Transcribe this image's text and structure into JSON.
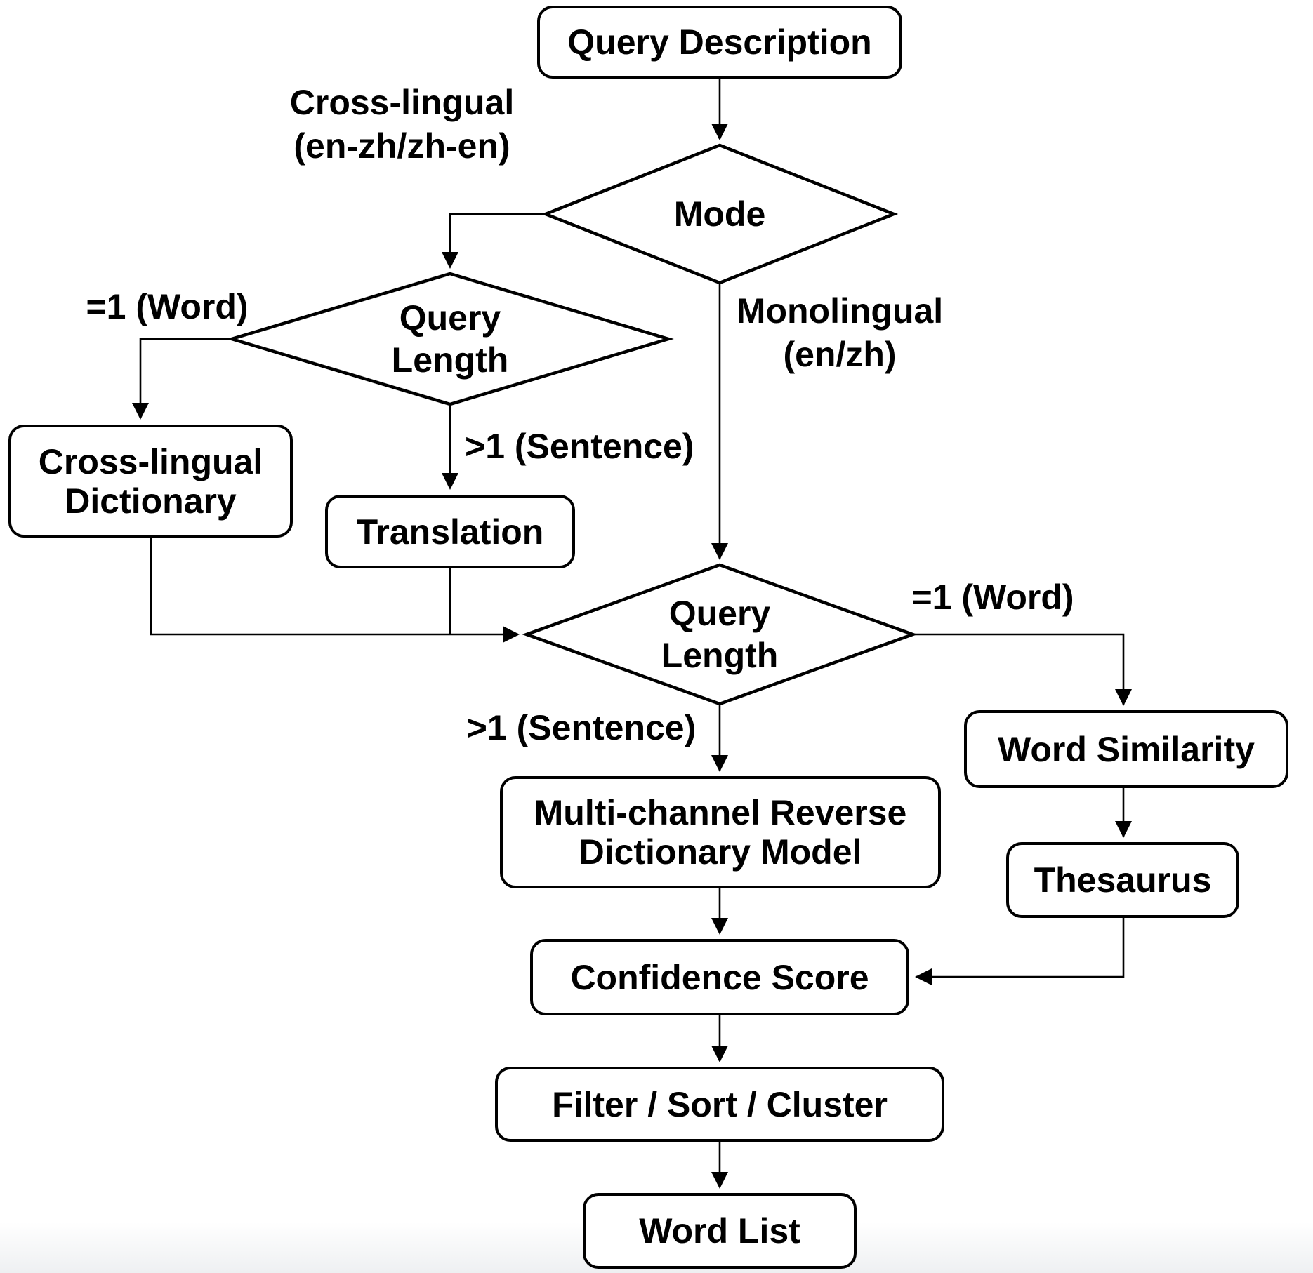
{
  "nodes": {
    "query_description": {
      "label": "Query Description",
      "shape": "rounded-box"
    },
    "mode": {
      "label": "Mode",
      "shape": "diamond"
    },
    "query_length_cross": {
      "label": "Query Length",
      "shape": "diamond"
    },
    "cross_lingual_dictionary": {
      "label": "Cross-lingual Dictionary",
      "shape": "rounded-box"
    },
    "translation": {
      "label": "Translation",
      "shape": "rounded-box"
    },
    "query_length_mono": {
      "label": "Query Length",
      "shape": "diamond"
    },
    "multi_channel_model": {
      "label": "Multi-channel Reverse Dictionary Model",
      "shape": "rounded-box"
    },
    "word_similarity": {
      "label": "Word Similarity",
      "shape": "rounded-box"
    },
    "thesaurus": {
      "label": "Thesaurus",
      "shape": "rounded-box"
    },
    "confidence_score": {
      "label": "Confidence Score",
      "shape": "rounded-box"
    },
    "filter_sort_cluster": {
      "label": "Filter / Sort / Cluster",
      "shape": "rounded-box"
    },
    "word_list": {
      "label": "Word List",
      "shape": "rounded-box"
    }
  },
  "edge_labels": {
    "mode_cross_line1": "Cross-lingual",
    "mode_cross_line2": "(en-zh/zh-en)",
    "mode_mono_line1": "Monolingual",
    "mode_mono_line2": "(en/zh)",
    "ql_cross_word": "=1 (Word)",
    "ql_cross_sentence": ">1 (Sentence)",
    "ql_mono_word": "=1 (Word)",
    "ql_mono_sentence": ">1 (Sentence)"
  },
  "colors": {
    "stroke": "#000000",
    "fill": "#ffffff",
    "text": "#000000"
  }
}
